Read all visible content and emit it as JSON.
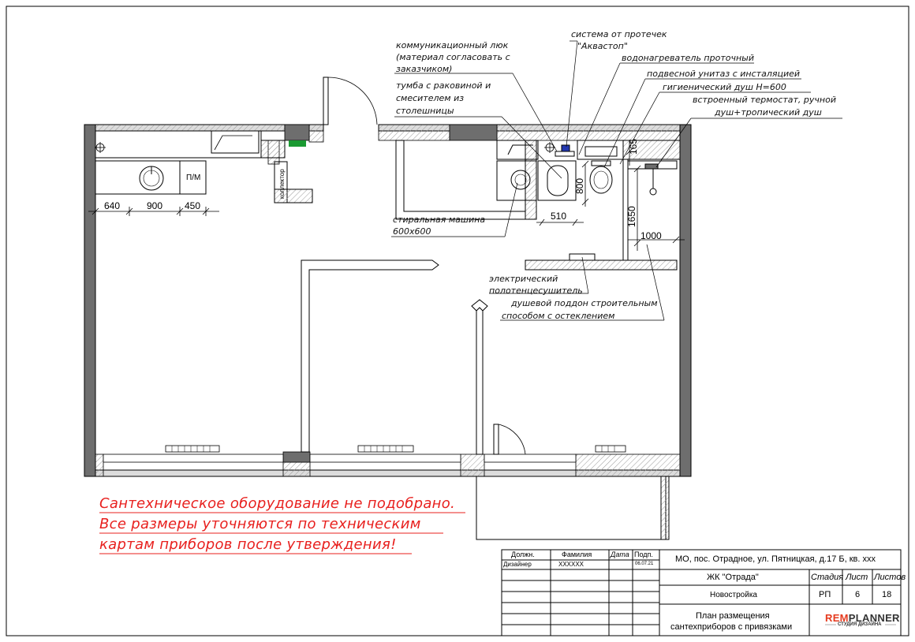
{
  "notes": {
    "hatch_line1": "коммуникационный люк",
    "hatch_line2": "(материал согласовать с",
    "hatch_line3": "заказчиком)",
    "aquastop_line1": "система от протечек",
    "aquastop_line2": "\"Аквастоп\"",
    "heater": "водонагреватель проточный",
    "toilet": "подвесной унитаз с инсталяцией",
    "hygienic": "гигиенический душ Н=600",
    "thermostat_line1": "встроенный термостат, ручной",
    "thermostat_line2": "душ+тропический душ",
    "vanity_line1": "тумба с раковиной и",
    "vanity_line2": "смесителем из",
    "vanity_line3": "столешницы",
    "washer_line1": "стиральная машина",
    "washer_line2": "600х600",
    "towel_line1": "электрический",
    "towel_line2": "полотенцесушитель",
    "tray_line1": "душевой поддон строительным",
    "tray_line2": "способом с остеклением"
  },
  "labels": {
    "fridge": "П/М",
    "collector": "коллектор"
  },
  "dimensions": {
    "d640": "640",
    "d900": "900",
    "d450": "450",
    "d800": "800",
    "d510": "510",
    "d165": "165",
    "d1650": "1650",
    "d1000": "1000"
  },
  "warning": {
    "line1": "Сантехническое оборудование не подобрано.",
    "line2": "Все размеры уточняются по техническим",
    "line3": "картам приборов после утверждения!"
  },
  "title_block": {
    "col_position": "Должн.",
    "col_surname": "Фамилия",
    "col_date": "Дата",
    "col_sign": "Подп.",
    "row_role": "Дизайнер",
    "row_name": "XXXXXX",
    "row_date": "06.07.21",
    "address": "МО, пос. Отрадное, ул. Пятницкая, д.17 Б, кв. ххх",
    "complex": "ЖК \"Отрада\"",
    "building_type": "Новостройка",
    "stage_h": "Стадия",
    "sheet_h": "Лист",
    "sheets_h": "Листов",
    "stage": "РП",
    "sheet": "6",
    "sheets": "18",
    "drawing_line1": "План размещения",
    "drawing_line2": "сантехприборов с привязками",
    "logo_rem": "REM",
    "logo_planner": "PLANNER",
    "logo_sub": "СТУДИЯ ДИЗАЙНА"
  },
  "colors": {
    "wall_fill": "#6e6e6e",
    "hatch": "#888888",
    "warning_red": "#e8201e",
    "collector_green": "#1a9a32",
    "aquastop_blue": "#2438b0",
    "logo_red": "#e53a1e"
  }
}
